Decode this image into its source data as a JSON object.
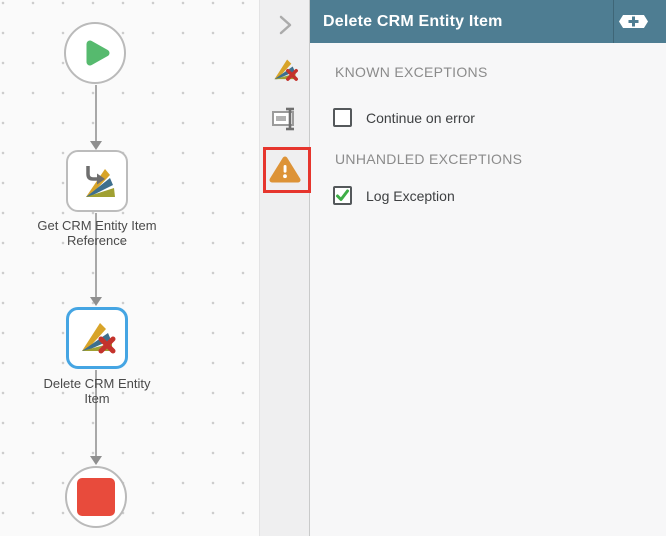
{
  "header": {
    "title": "Delete CRM Entity Item",
    "add_button_icon": "plus-icon"
  },
  "toolbar": {
    "collapse_icon": "chevron-right-icon",
    "buttons": [
      {
        "icon": "crm-delete-step-icon"
      },
      {
        "icon": "rename-icon"
      },
      {
        "icon": "warning-triangle-icon",
        "highlighted": true
      }
    ],
    "annotation_color": "#e6352d"
  },
  "panel": {
    "sections": [
      {
        "title": "KNOWN EXCEPTIONS",
        "checkbox": {
          "label": "Continue on error",
          "checked": false
        }
      },
      {
        "title": "UNHANDLED EXCEPTIONS",
        "checkbox": {
          "label": "Log Exception",
          "checked": true
        }
      }
    ]
  },
  "flow": {
    "nodes": [
      {
        "type": "start",
        "icon": "play-icon",
        "label": ""
      },
      {
        "type": "step",
        "icon": "crm-get-step-icon",
        "label": "Get CRM Entity Item Reference"
      },
      {
        "type": "step",
        "icon": "crm-delete-step-icon",
        "label": "Delete CRM Entity Item",
        "selected": true
      },
      {
        "type": "end",
        "icon": "stop-icon",
        "label": ""
      }
    ]
  },
  "colors": {
    "header_bg": "#4e7d92",
    "selected_node_border": "#45a5e3",
    "start_green": "#56ba6e",
    "stop_red": "#e84b3c",
    "warning_orange": "#dd9337",
    "check_green": "#3eae47",
    "annotation_red": "#e6352d"
  }
}
